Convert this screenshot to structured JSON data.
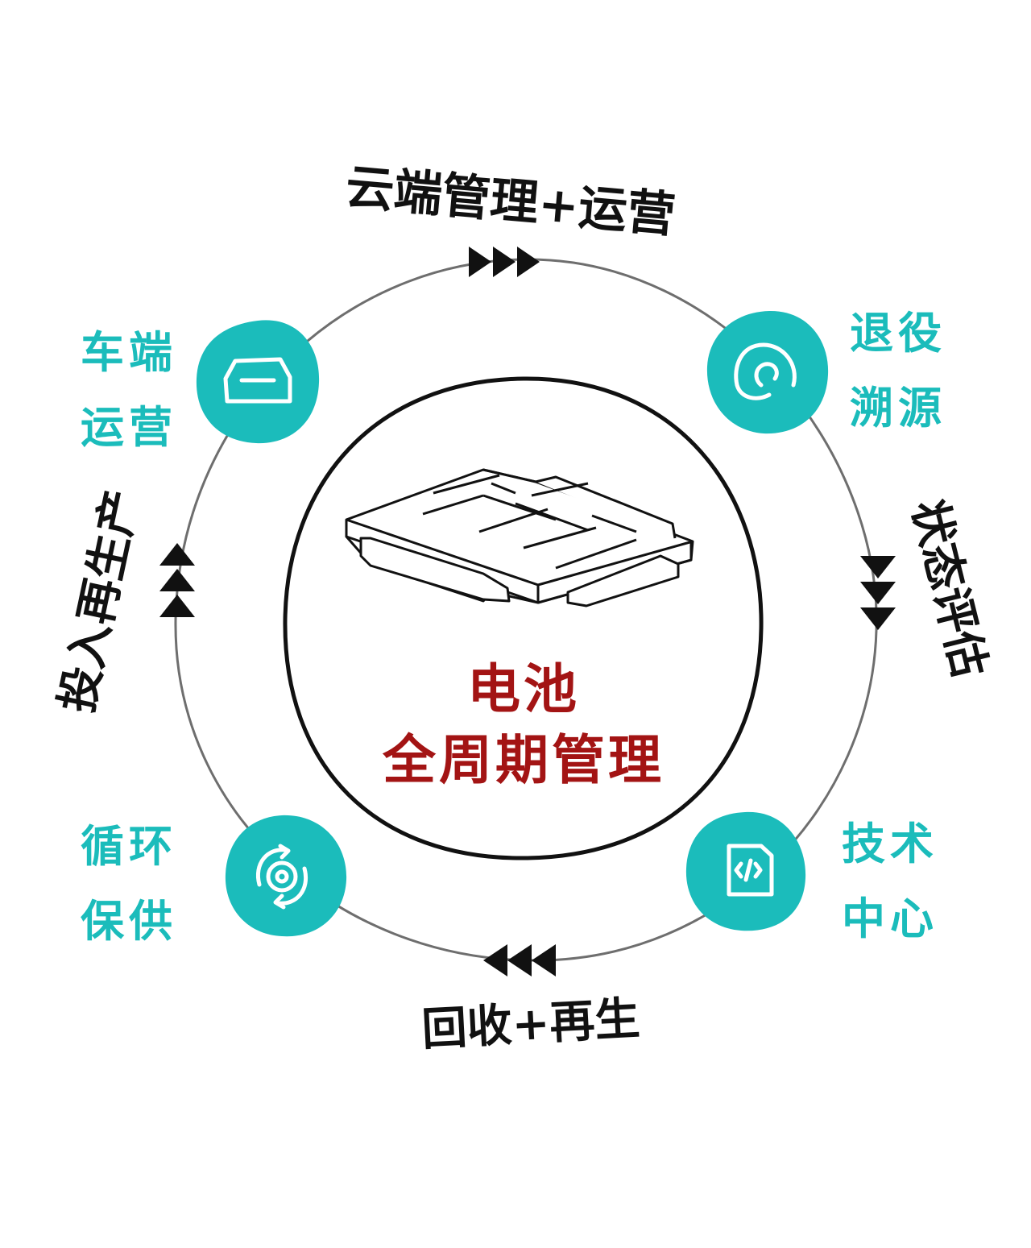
{
  "colors": {
    "accent": "#1bbcbb",
    "center_title": "#a31414",
    "ink": "#111111",
    "ring": "#6e6e6e"
  },
  "center": {
    "line1": "电池",
    "line2": "全周期管理"
  },
  "stages": {
    "top": "云端管理+运营",
    "right": "状态评估",
    "bottom": "回收+再生",
    "left": "投入再生产"
  },
  "nodes": {
    "vehicle": {
      "line1": "车端",
      "line2": "运营",
      "icon": "car-icon"
    },
    "retire": {
      "line1": "退役",
      "line2": "溯源",
      "icon": "trace-icon"
    },
    "tech": {
      "line1": "技术",
      "line2": "中心",
      "icon": "code-file-icon"
    },
    "recycle": {
      "line1": "循环",
      "line2": "保供",
      "icon": "recycle-icon"
    }
  }
}
